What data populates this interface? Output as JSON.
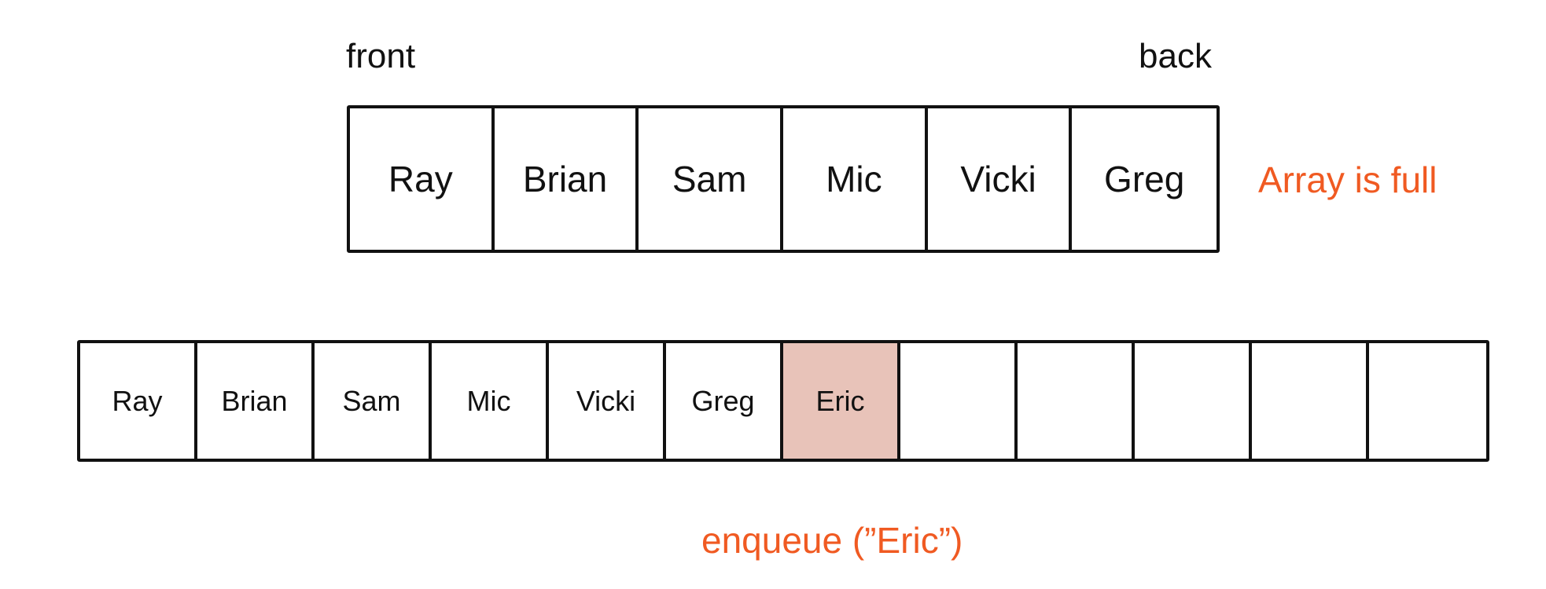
{
  "labels": {
    "front": "front",
    "back": "back"
  },
  "top_array": {
    "cells": [
      "Ray",
      "Brian",
      "Sam",
      "Mic",
      "Vicki",
      "Greg"
    ],
    "note": "Array is full"
  },
  "bottom_array": {
    "cells": [
      "Ray",
      "Brian",
      "Sam",
      "Mic",
      "Vicki",
      "Greg",
      "Eric",
      "",
      "",
      "",
      "",
      ""
    ],
    "highlighted_index": 6,
    "highlight_color": "#e8c3b9"
  },
  "operation": "enqueue (”Eric”)",
  "colors": {
    "accent": "#f05a22",
    "stroke": "#111111"
  }
}
